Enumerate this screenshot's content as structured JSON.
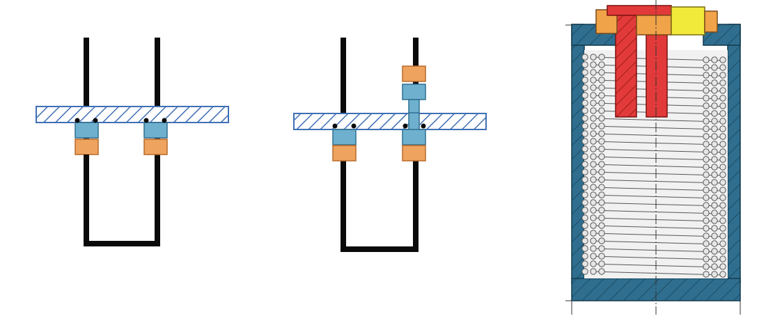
{
  "colors": {
    "background": "#ffffff",
    "conductor": "#0a0a0a",
    "plate_stroke": "#3f6fb5",
    "plate_hatch": "#3f6fb5",
    "plate_fill": "#ffffff",
    "insulator_blue": "#6fb0cf",
    "insulator_blue_stroke": "#2f6f8f",
    "insulator_orange": "#eea35f",
    "insulator_orange_stroke": "#b86a2a",
    "housing_blue": "#2f6e8e",
    "housing_stroke": "#123a4e",
    "inner_cavity": "#f3f3f3",
    "coil_fill": "#e6e6e6",
    "coil_stroke": "#555555",
    "electrode_red": "#e23a3a",
    "electrode_stroke": "#7a1010",
    "cap_orange": "#f0a348",
    "cap_yellow": "#f2ea3a",
    "centerline": "#333333"
  },
  "figures": [
    {
      "name": "two-terminal-feedthrough-symmetric"
    },
    {
      "name": "two-terminal-feedthrough-offset"
    },
    {
      "name": "coil-housing-cross-section"
    }
  ]
}
